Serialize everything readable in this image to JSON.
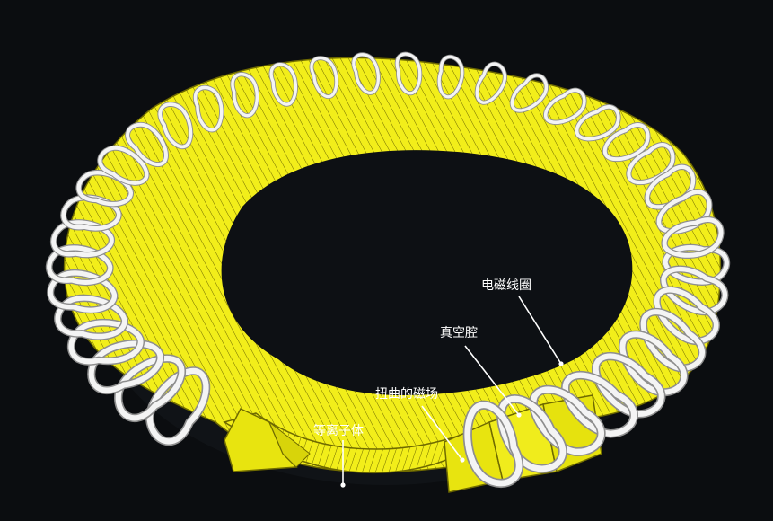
{
  "diagram": {
    "labels": {
      "coil": "电磁线圈",
      "vacuum_chamber": "真空腔",
      "twisted_field": "扭曲的磁场",
      "plasma": "等离子体"
    },
    "colors": {
      "background": "#0b0d10",
      "plasma": "#f2ee1a",
      "plasma_stroke": "#6f6a00",
      "coil_fill": "#f4f4f4",
      "coil_edge": "#8e8e8e",
      "leader": "#ffffff"
    }
  }
}
